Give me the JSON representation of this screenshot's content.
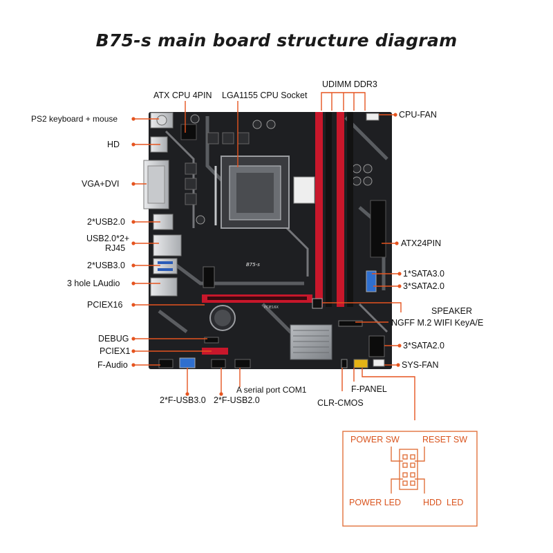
{
  "title": "B75-s main board structure diagram",
  "board": {
    "model_silk": "B75-s",
    "pcb_silk": "PCIE16X"
  },
  "colors": {
    "board": "#1e1f22",
    "slot_red": "#c8172b",
    "leader": "#e5541f",
    "panel_border": "#e0713c",
    "panel_text": "#d9541e"
  },
  "labels": {
    "atx_cpu": "ATX CPU 4PIN",
    "lga": "LGA1155 CPU Socket",
    "udimm": "UDIMM DDR3",
    "cpu_fan": "CPU-FAN",
    "ps2": "PS2 keyboard + mouse",
    "hd": "HD",
    "vga": "VGA+DVI",
    "usb20": "2*USB2.0",
    "usb_rj45_1": "USB2.0*2+",
    "usb_rj45_2": "RJ45",
    "usb30": "2*USB3.0",
    "audio": "3 hole LAudio",
    "atx24": "ATX24PIN",
    "sata30": "1*SATA3.0",
    "sata20a": "3*SATA2.0",
    "pciex16": "PCIEX16",
    "speaker": "SPEAKER",
    "ngff": "NGFF M.2 WIFI KeyA/E",
    "debug": "DEBUG",
    "pciex1": "PCIEX1",
    "faudio": "F-Audio",
    "sata20b": "3*SATA2.0",
    "sysfan": "SYS-FAN",
    "com1": "A serial port COM1",
    "fpanel": "F-PANEL",
    "fusb30": "2*F-USB3.0",
    "fusb20": "2*F-USB2.0",
    "clr": "CLR-CMOS"
  },
  "panel": {
    "power_sw": "POWER SW",
    "reset_sw": "RESET SW",
    "power_led": "POWER LED",
    "hdd_led": "HDD  LED"
  }
}
